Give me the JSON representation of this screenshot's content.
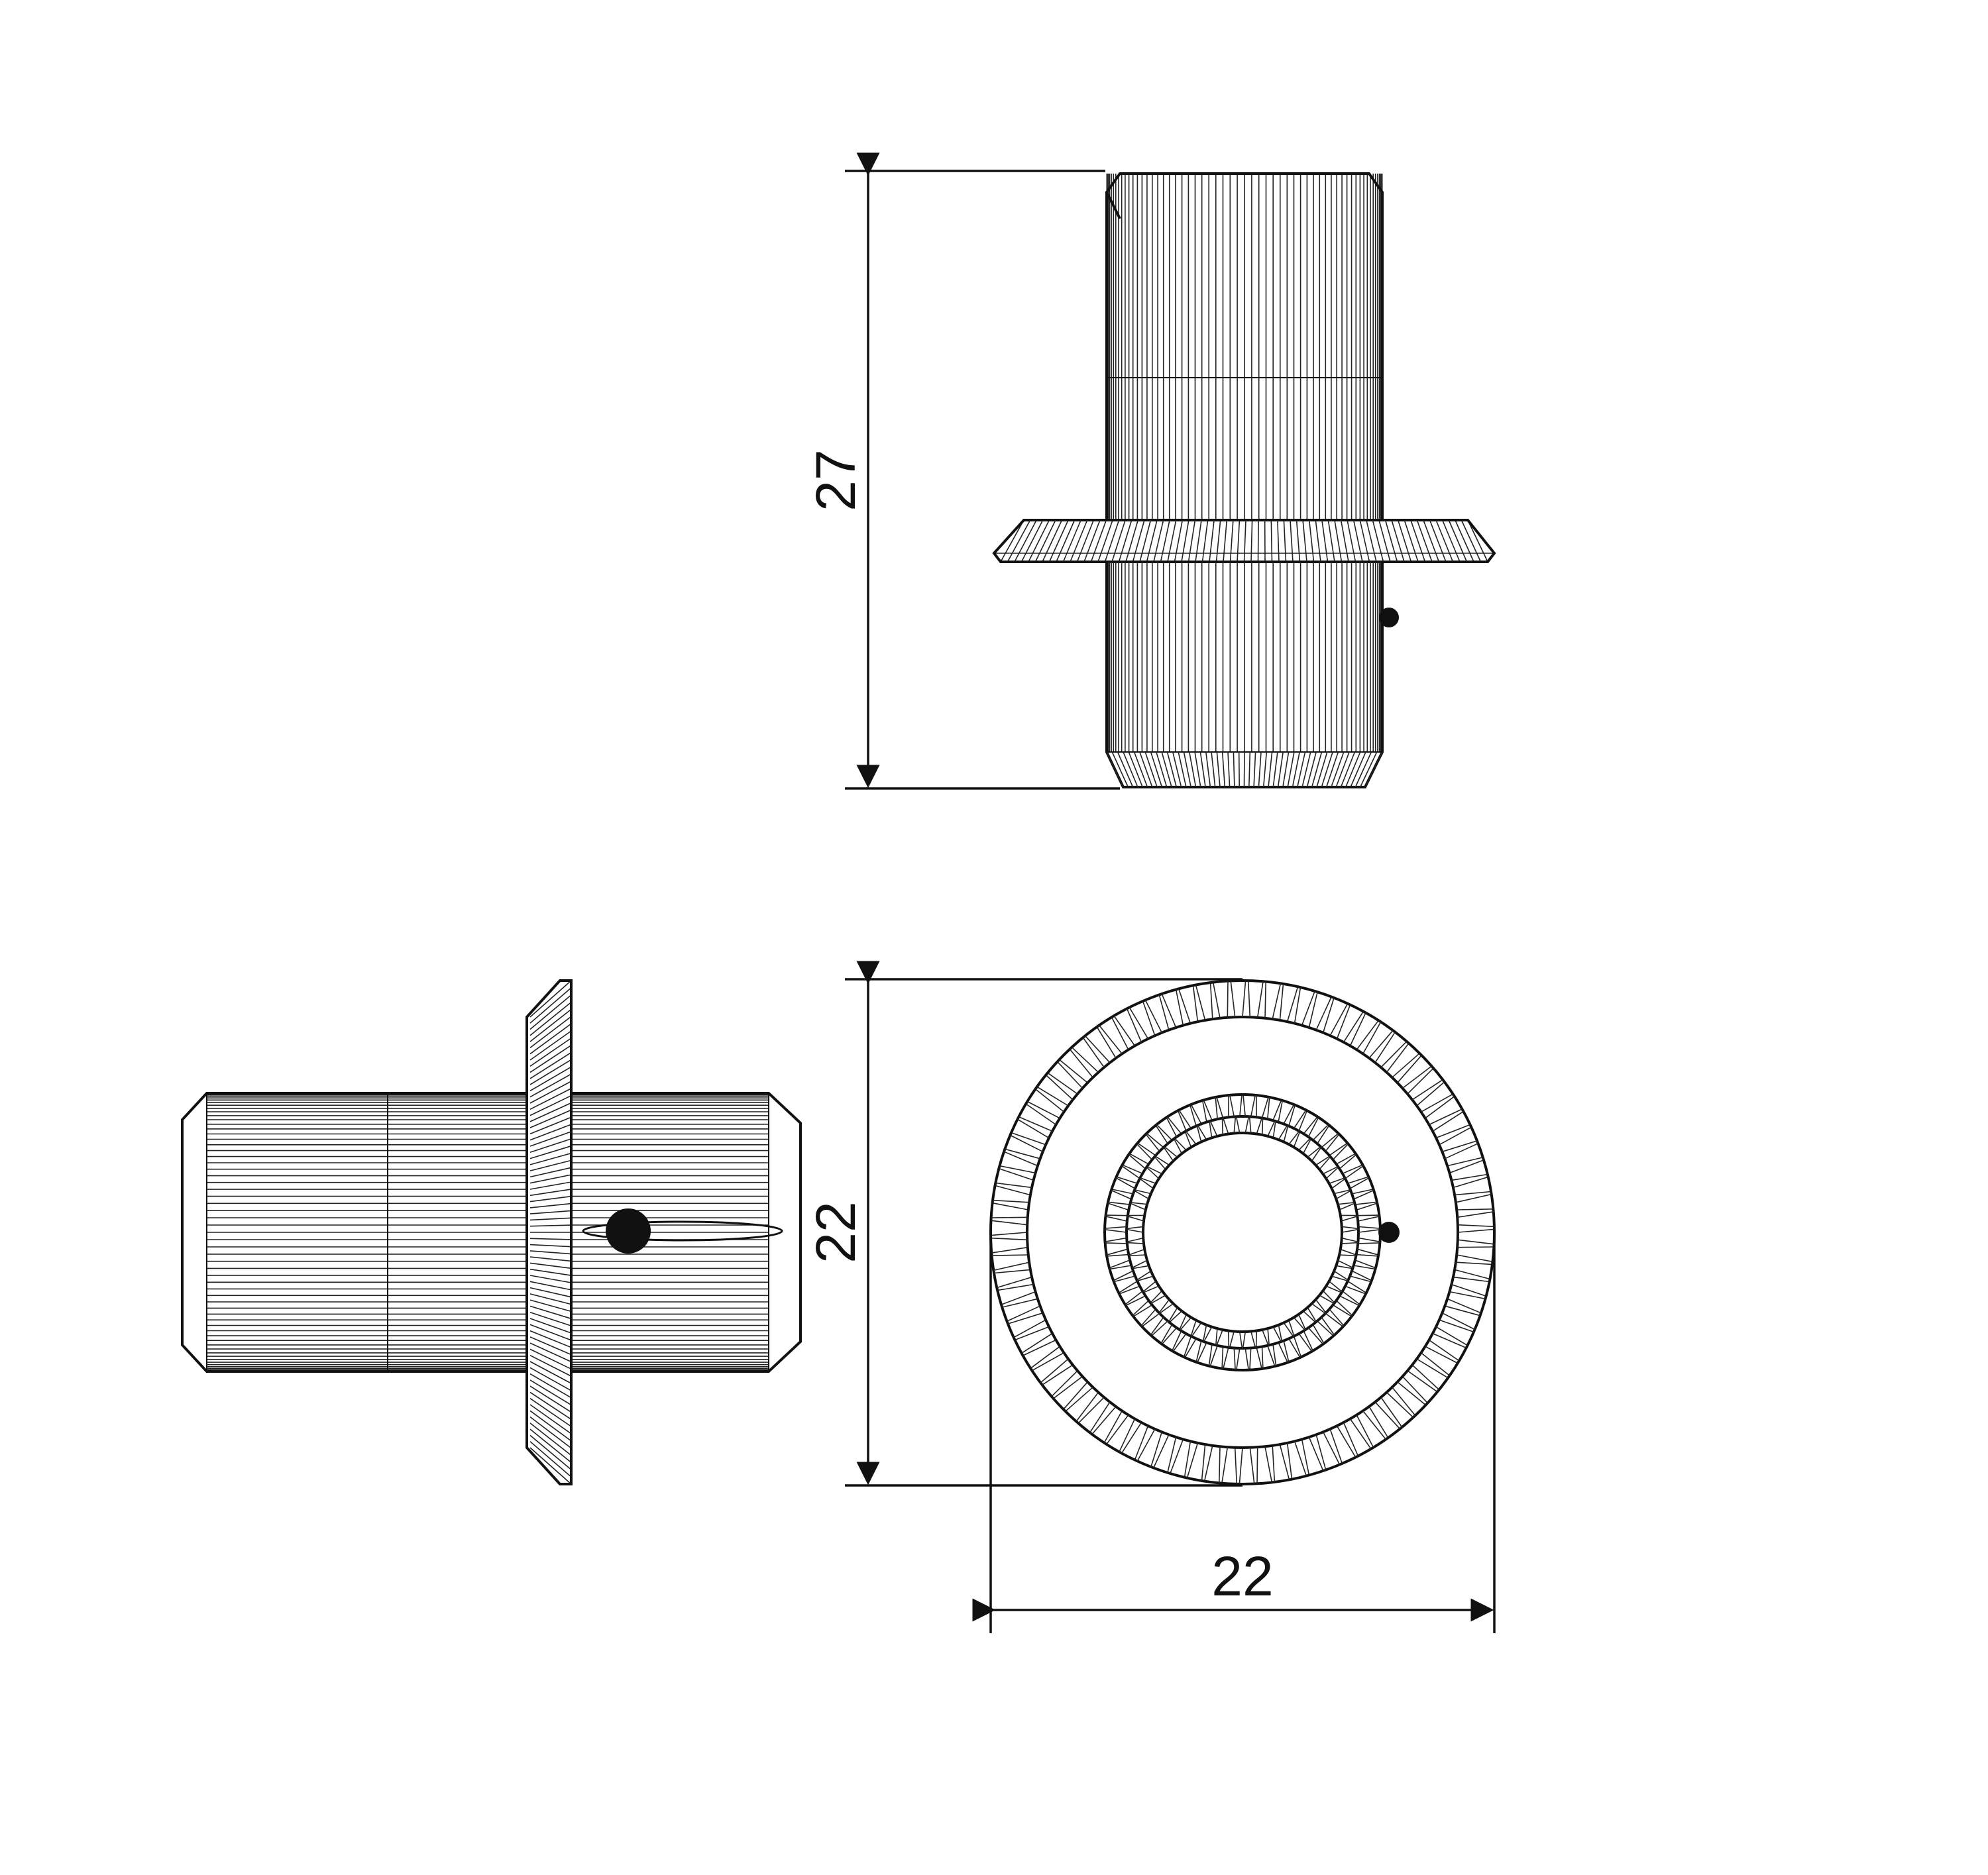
{
  "drawing": {
    "dimensions": {
      "height_label": "27",
      "front_height_label": "22",
      "front_width_label": "22"
    },
    "colors": {
      "line": "#111111",
      "background": "#ffffff"
    }
  }
}
